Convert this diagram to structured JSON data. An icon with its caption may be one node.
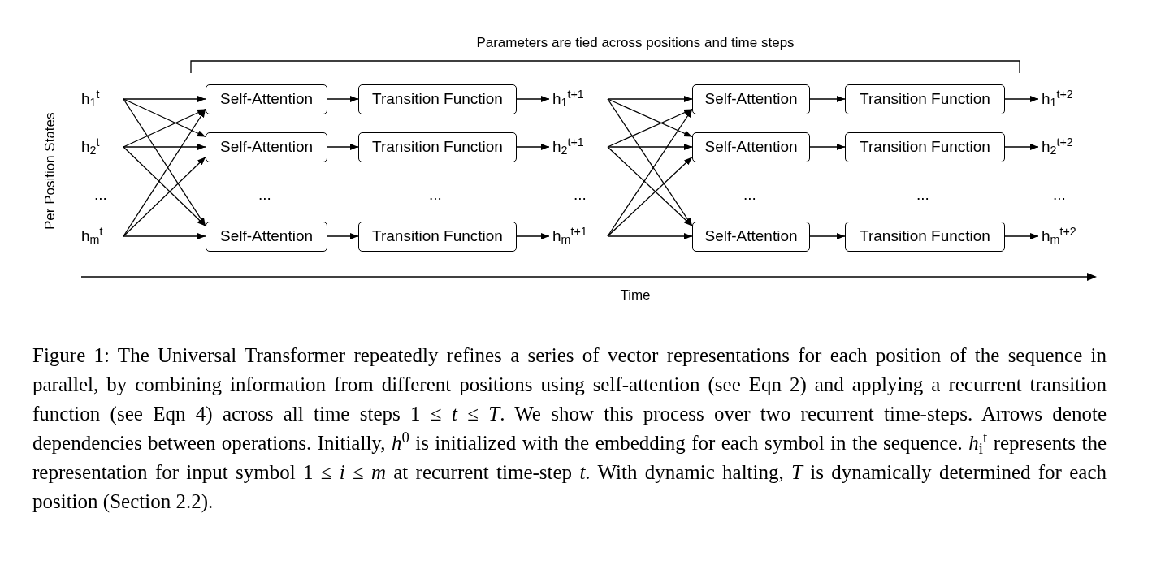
{
  "diagram": {
    "nodes": [
      {
        "text": [
          "h$_{1}$$^{t}$"
        ]
      },
      {
        "text": [
          "h$_{2}$$^{t}$"
        ]
      },
      {
        "text": [
          "h$_{m}$$^{t}$"
        ]
      },
      {
        "text": [
          "Self-Attention"
        ]
      },
      {
        "text": [
          "Self-Attention"
        ]
      },
      {
        "text": [
          "Self-Attention"
        ]
      },
      {
        "text": [
          "Transition Function"
        ]
      },
      {
        "text": [
          "Transition Function"
        ]
      },
      {
        "text": [
          "Transition Function"
        ]
      },
      {
        "text": [
          "h$_{1}$$^{t+1}$"
        ]
      },
      {
        "text": [
          "h$_{2}$$^{t+1}$"
        ]
      },
      {
        "text": [
          "h$_{m}$$^{t+1}$"
        ]
      },
      {
        "text": [
          "Self-Attention"
        ]
      },
      {
        "text": [
          "Self-Attention"
        ]
      },
      {
        "text": [
          "Self-Attention"
        ]
      },
      {
        "text": [
          "Transition Function"
        ]
      },
      {
        "text": [
          "Transition Function"
        ]
      },
      {
        "text": [
          "Transition Function"
        ]
      },
      {
        "text": [
          "h$_{1}$$^{t+2}$"
        ]
      },
      {
        "text": [
          "h$_{2}$$^{t+2}$"
        ]
      },
      {
        "text": [
          "h$_{m}$$^{t+2}$"
        ]
      }
    ],
    "edges": [
      {
        "from": 0,
        "to": 3,
        "arrow": "to"
      },
      {
        "from": 0,
        "to": 4,
        "arrow": "to"
      },
      {
        "from": 0,
        "to": 5,
        "arrow": "to"
      },
      {
        "from": 1,
        "to": 3,
        "arrow": "to"
      },
      {
        "from": 1,
        "to": 4,
        "arrow": "to"
      },
      {
        "from": 1,
        "to": 5,
        "arrow": "to"
      },
      {
        "from": 2,
        "to": 3,
        "arrow": "to"
      },
      {
        "from": 2,
        "to": 4,
        "arrow": "to"
      },
      {
        "from": 2,
        "to": 5,
        "arrow": "to"
      },
      {
        "from": 3,
        "to": 6,
        "arrow": "to"
      },
      {
        "from": 4,
        "to": 7,
        "arrow": "to"
      },
      {
        "from": 5,
        "to": 8,
        "arrow": "to"
      },
      {
        "from": 6,
        "to": 9,
        "arrow": "to"
      },
      {
        "from": 7,
        "to": 10,
        "arrow": "to"
      },
      {
        "from": 8,
        "to": 11,
        "arrow": "to"
      },
      {
        "from": 9,
        "to": 12,
        "arrow": "to"
      },
      {
        "from": 9,
        "to": 13,
        "arrow": "to"
      },
      {
        "from": 9,
        "to": 14,
        "arrow": "to"
      },
      {
        "from": 10,
        "to": 12,
        "arrow": "to"
      },
      {
        "from": 10,
        "to": 13,
        "arrow": "to"
      },
      {
        "from": 10,
        "to": 14,
        "arrow": "to"
      },
      {
        "from": 11,
        "to": 12,
        "arrow": "to"
      },
      {
        "from": 11,
        "to": 13,
        "arrow": "to"
      },
      {
        "from": 11,
        "to": 14,
        "arrow": "to"
      },
      {
        "from": 12,
        "to": 15,
        "arrow": "to"
      },
      {
        "from": 13,
        "to": 16,
        "arrow": "to"
      },
      {
        "from": 14,
        "to": 17,
        "arrow": "to"
      },
      {
        "from": 15,
        "to": 18,
        "arrow": "to"
      },
      {
        "from": 16,
        "to": 19,
        "arrow": "to"
      },
      {
        "from": 17,
        "to": 20,
        "arrow": "to"
      }
    ],
    "labels": [
      "Parameters are tied across positions and time steps",
      "Per Position States",
      "...",
      "...",
      "...",
      "...",
      "...",
      "...",
      "...",
      "Time"
    ],
    "caption": "Figure 1: The Universal Transformer repeatedly refines a series of vector representations for each position of the sequence in parallel, by combining information from different positions using self-attention (see Eqn 2) and applying a recurrent transition function (see Eqn 4) across all time steps 1 ≤ *t* ≤ *T*. We show this process over two recurrent time-steps. Arrows denote dependencies between operations. Initially, *h*$^{0}$ is initialized with the embedding for each symbol in the sequence. *h*$_{i}$$^{t}$ represents the representation for input symbol 1 ≤ *i* ≤ *m* at recurrent time-step *t*. With dynamic halting, *T* is dynamically determined for each position (Section 2.2)."
  }
}
